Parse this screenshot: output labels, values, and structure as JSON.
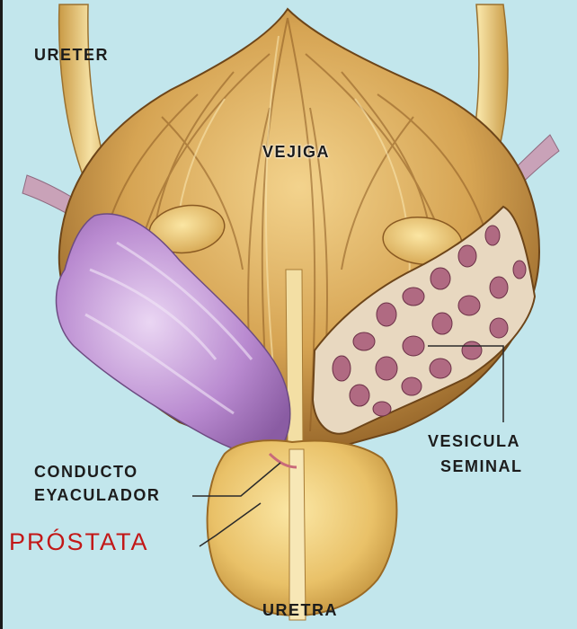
{
  "labels": {
    "ureter": "URETER",
    "vejiga": "VEJIGA",
    "conducto": "CONDUCTO",
    "eyaculador": "EYACULADOR",
    "prostata": "PRÓSTATA",
    "vesicula": "VESICULA",
    "seminal": "SEMINAL",
    "uretra": "URETRA"
  },
  "colors": {
    "background": "#c2e6ec",
    "bladder": "#d9a85a",
    "vesicle": "#b98ad0",
    "prostate": "#efcf7a",
    "highlight_label": "#c21818"
  }
}
